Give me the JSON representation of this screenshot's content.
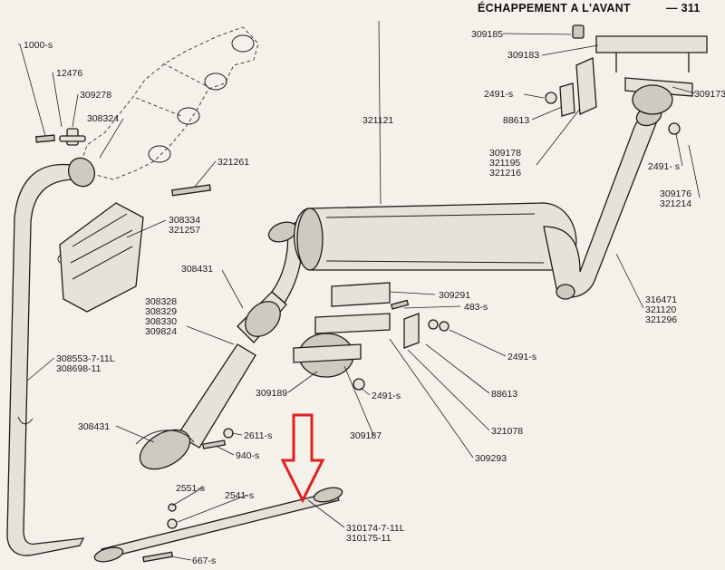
{
  "header": {
    "title": "ÉCHAPPEMENT A L'AVANT",
    "page": "— 311"
  },
  "labels": {
    "l309185": "309185",
    "l309183": "309183",
    "l309173": "309173",
    "l2491a": "2491-s",
    "l88613a": "88613",
    "l321121": "321121",
    "l309178": "309178",
    "l321195": "321195",
    "l321216": "321216",
    "l2491b": "2491- s",
    "l309176": "309176",
    "l321214": "321214",
    "l1000": "1000-s",
    "l12476": "12476",
    "l309278": "309278",
    "l308324": "308324",
    "l321261": "321261",
    "l308334": "308334",
    "l321257": "321257",
    "l308431a": "308431",
    "l308328": "308328",
    "l308329": "308329",
    "l308330": "308330",
    "l309824": "309824",
    "l309291": "309291",
    "l483": "483-s",
    "l316471": "316471",
    "l321120": "321120",
    "l321296": "321296",
    "l2491c": "2491-s",
    "l88613b": "88613",
    "l308553": "308553-7-11L",
    "l308698": "308698-11",
    "l309189": "309189",
    "l2491d": "2491-s",
    "l309187": "309187",
    "l321078": "321078",
    "l308431b": "308431",
    "l2611": "2611-s",
    "l940": "940-s",
    "l309293": "309293",
    "l2551": "2551-s",
    "l2541": "2541-s",
    "l310174": "310174-7-11L",
    "l310175": "310175-11",
    "l667": "667-s"
  },
  "colors": {
    "paper": "#f4f1ea",
    "ink": "#1a1a1a",
    "arrow": "#e02020"
  }
}
